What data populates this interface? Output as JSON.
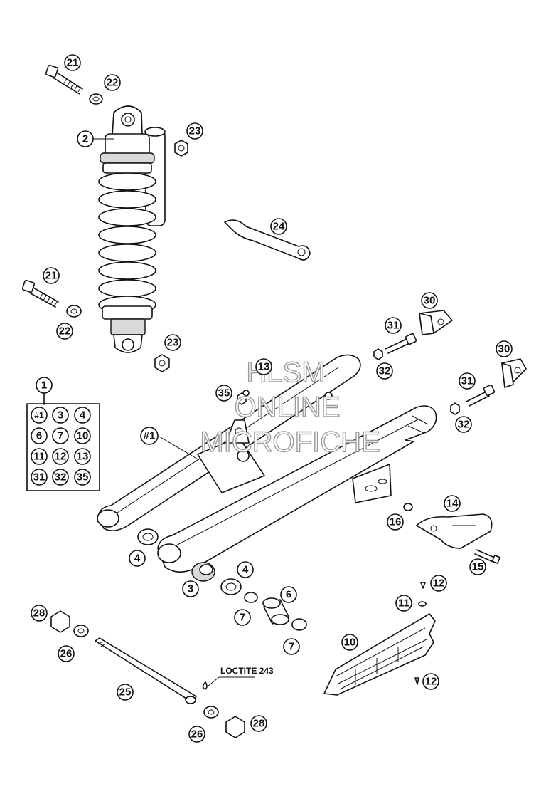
{
  "diagram": {
    "watermark": [
      "HLSM",
      "ONLINE",
      "MICROFICHE"
    ],
    "note": "LOCTITE 243",
    "callouts": {
      "c1": "1",
      "c2": "2",
      "c3": "3",
      "c4a": "4",
      "c4b": "4",
      "c6": "6",
      "c7a": "7",
      "c7b": "7",
      "c10": "10",
      "c11": "11",
      "c12a": "12",
      "c12b": "12",
      "c13": "13",
      "c14": "14",
      "c15": "15",
      "c16": "16",
      "c21a": "21",
      "c21b": "21",
      "c22a": "22",
      "c22b": "22",
      "c23a": "23",
      "c23b": "23",
      "c24": "24",
      "c25": "25",
      "c26a": "26",
      "c26b": "26",
      "c28a": "28",
      "c28b": "28",
      "c30a": "30",
      "c30b": "30",
      "c31a": "31",
      "c31b": "31",
      "c32a": "32",
      "c32b": "32",
      "c35": "35",
      "swingarm": "#1"
    },
    "kit_items": [
      "#1",
      "3",
      "4",
      "6",
      "7",
      "10",
      "11",
      "12",
      "13",
      "31",
      "32",
      "35"
    ]
  }
}
